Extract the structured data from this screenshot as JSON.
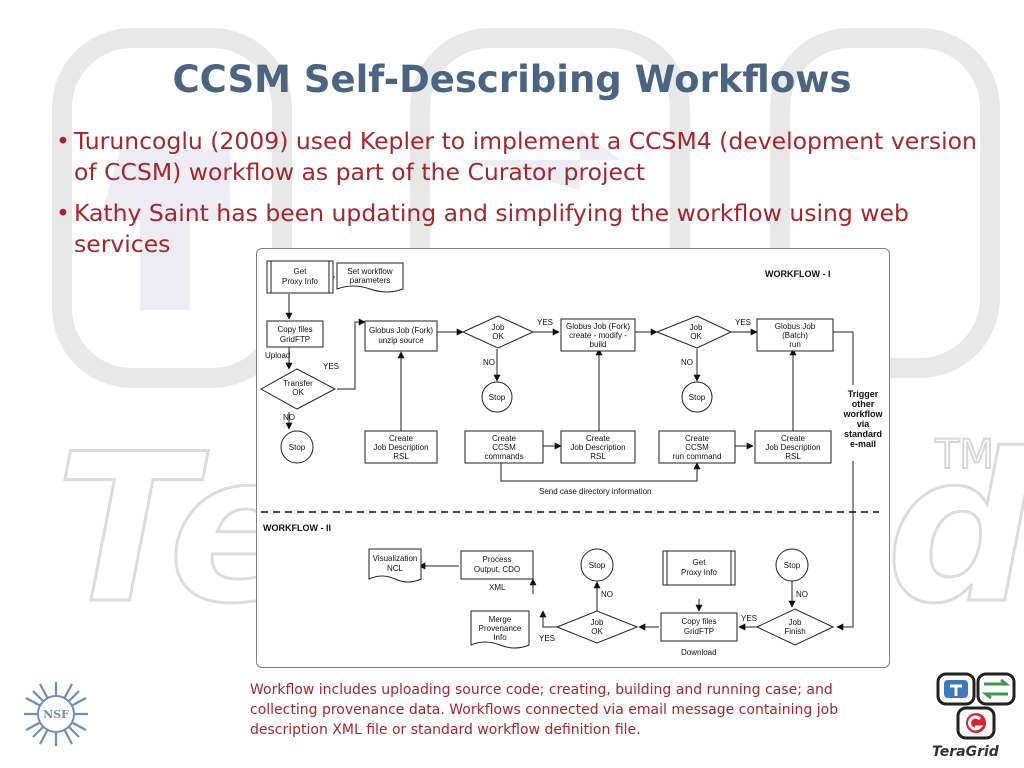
{
  "slide": {
    "title": "CCSM Self-Describing Workflows",
    "bullets": [
      "Turuncoglu (2009) used Kepler to implement a CCSM4 (development version of CCSM) workflow as part of the Curator project",
      "Kathy Saint has been updating and simplifying the workflow using web services"
    ],
    "caption": "Workflow includes uploading source code; creating, building and running case; and collecting provenance data.  Workflows connected via email message containing job description XML file or standard workflow definition file.",
    "watermark_text": "TeraGrid",
    "watermark_tm": "TM"
  },
  "logos": {
    "nsf": "NSF",
    "teragrid": "TeraGrid"
  },
  "diagram": {
    "workflow1_label": "WORKFLOW - I",
    "workflow2_label": "WORKFLOW - II",
    "nodes": {
      "get_proxy_1": [
        "Get",
        "Proxy Info"
      ],
      "set_params": [
        "Set workflow",
        "parameters"
      ],
      "copy_files_1": [
        "Copy files",
        "GridFTP"
      ],
      "transfer_ok": [
        "Transfer",
        "OK"
      ],
      "stop_1": [
        "Stop"
      ],
      "globus_unzip": [
        "Globus Job (Fork)",
        "unzip source"
      ],
      "job_ok_1": [
        "Job",
        "OK"
      ],
      "stop_2": [
        "Stop"
      ],
      "create_rsl_1": [
        "Create",
        "Job Description",
        "RSL"
      ],
      "globus_build": [
        "Globus Job (Fork)",
        "create - modify -",
        "build"
      ],
      "create_ccsm_cmds": [
        "Create",
        "CCSM",
        "commands"
      ],
      "create_rsl_2": [
        "Create",
        "Job Description",
        "RSL"
      ],
      "job_ok_2": [
        "Job",
        "OK"
      ],
      "stop_3": [
        "Stop"
      ],
      "create_run_cmd": [
        "Create",
        "CCSM",
        "run command"
      ],
      "globus_batch": [
        "Globus Job",
        "(Batch)",
        "run"
      ],
      "create_rsl_3": [
        "Create",
        "Job Description",
        "RSL"
      ],
      "trigger": [
        "Trigger",
        "other",
        "workflow",
        "via",
        "standard",
        "e-mail"
      ],
      "visualization": [
        "Visualization",
        "NCL"
      ],
      "process_output": [
        "Process",
        "Output, CDO"
      ],
      "stop_4": [
        "Stop"
      ],
      "get_proxy_2": [
        "Get",
        "Proxy Info"
      ],
      "stop_5": [
        "Stop"
      ],
      "merge_provenance": [
        "Merge",
        "Provenance",
        "Info"
      ],
      "job_ok_3": [
        "Job",
        "OK"
      ],
      "copy_files_2": [
        "Copy files",
        "GridFTP"
      ],
      "job_finish": [
        "Job",
        "Finish"
      ]
    },
    "labels": {
      "upload": "Upload",
      "download": "Download",
      "xml": "XML",
      "send_case_dir": "Send case directory information",
      "yes": "YES",
      "no": "NO"
    }
  }
}
